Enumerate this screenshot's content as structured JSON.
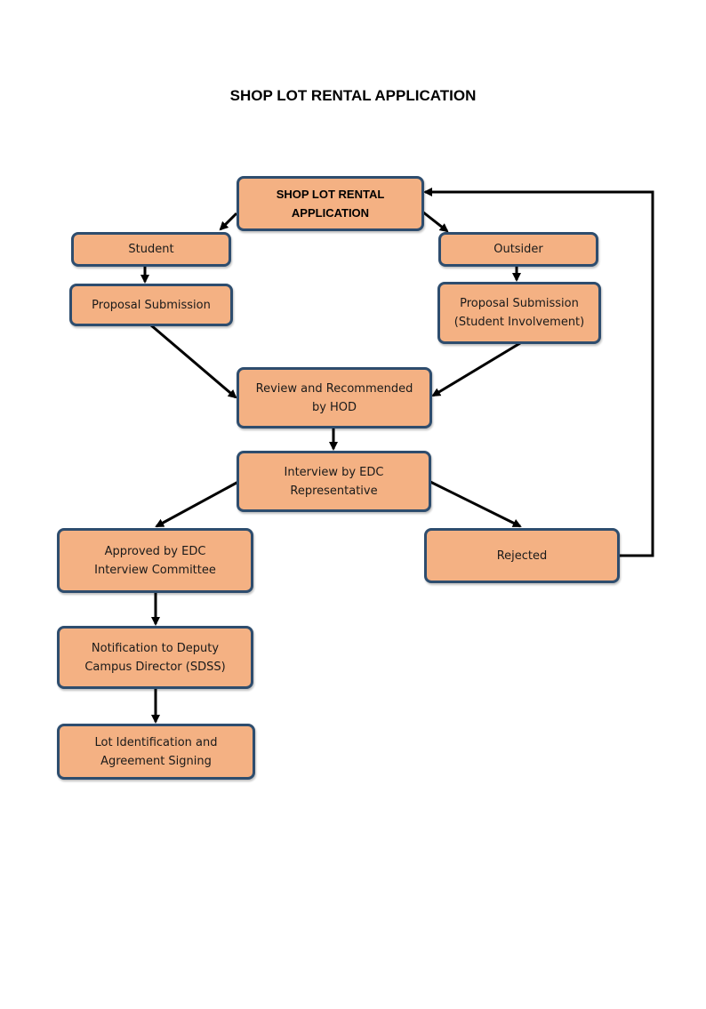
{
  "document": {
    "title": "SHOP LOT RENTAL APPLICATION"
  },
  "diagram": {
    "type": "flowchart",
    "nodes": {
      "start": "SHOP LOT RENTAL\nAPPLICATION",
      "student": "Student",
      "outsider": "Outsider",
      "proposal_student": "Proposal Submission",
      "proposal_outsider": "Proposal Submission\n(Student Involvement)",
      "review": "Review and Recommended\nby HOD",
      "interview": "Interview by EDC\nRepresentative",
      "approved": "Approved by EDC\nInterview Committee",
      "rejected": "Rejected",
      "notification": "Notification to Deputy\nCampus Director (SDSS)",
      "agreement": "Lot Identification and\nAgreement Signing"
    },
    "edges": [
      [
        "start",
        "student"
      ],
      [
        "start",
        "outsider"
      ],
      [
        "student",
        "proposal_student"
      ],
      [
        "outsider",
        "proposal_outsider"
      ],
      [
        "proposal_student",
        "review"
      ],
      [
        "proposal_outsider",
        "review"
      ],
      [
        "review",
        "interview"
      ],
      [
        "interview",
        "approved"
      ],
      [
        "interview",
        "rejected"
      ],
      [
        "rejected",
        "start"
      ],
      [
        "approved",
        "notification"
      ],
      [
        "notification",
        "agreement"
      ]
    ],
    "colors": {
      "box_fill": "#f4b183",
      "box_border": "#2e4d6e",
      "arrow": "#000000"
    }
  }
}
